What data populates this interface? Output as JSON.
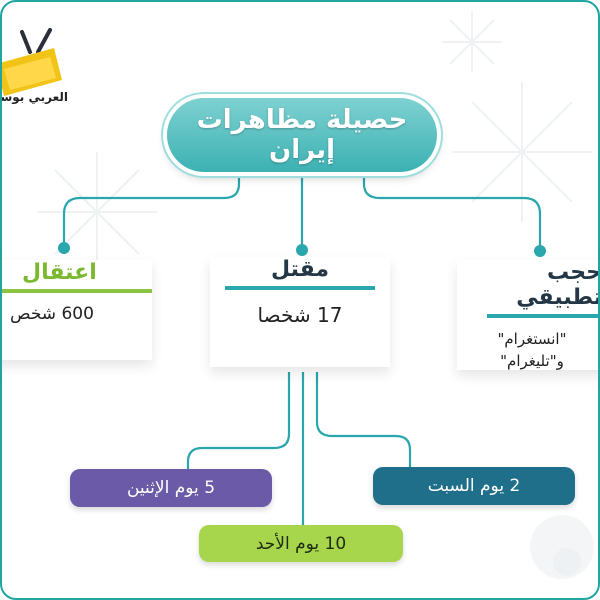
{
  "logo": {
    "text": "العربي بوست"
  },
  "title": {
    "line1": "حصيلة مظاهرات",
    "line2": "إيران"
  },
  "cards": {
    "killed": {
      "heading": "مقتل",
      "value": "17 شخصا"
    },
    "arrest": {
      "heading": "اعتقال",
      "value": "600 شخص"
    },
    "block": {
      "heading": "حجب تطبيقي",
      "line1": "\"انستغرام\"",
      "line2": "و\"تليغرام\""
    }
  },
  "days": {
    "mon": "5 يوم الإثنين",
    "sat": "2 يوم السبت",
    "sun": "10 يوم الأحد"
  },
  "colors": {
    "teal": "#2aa6ad",
    "green": "#8bc43f",
    "purple": "#6a5aa7",
    "navy": "#1f6f8b",
    "lime": "#a7d54b"
  }
}
